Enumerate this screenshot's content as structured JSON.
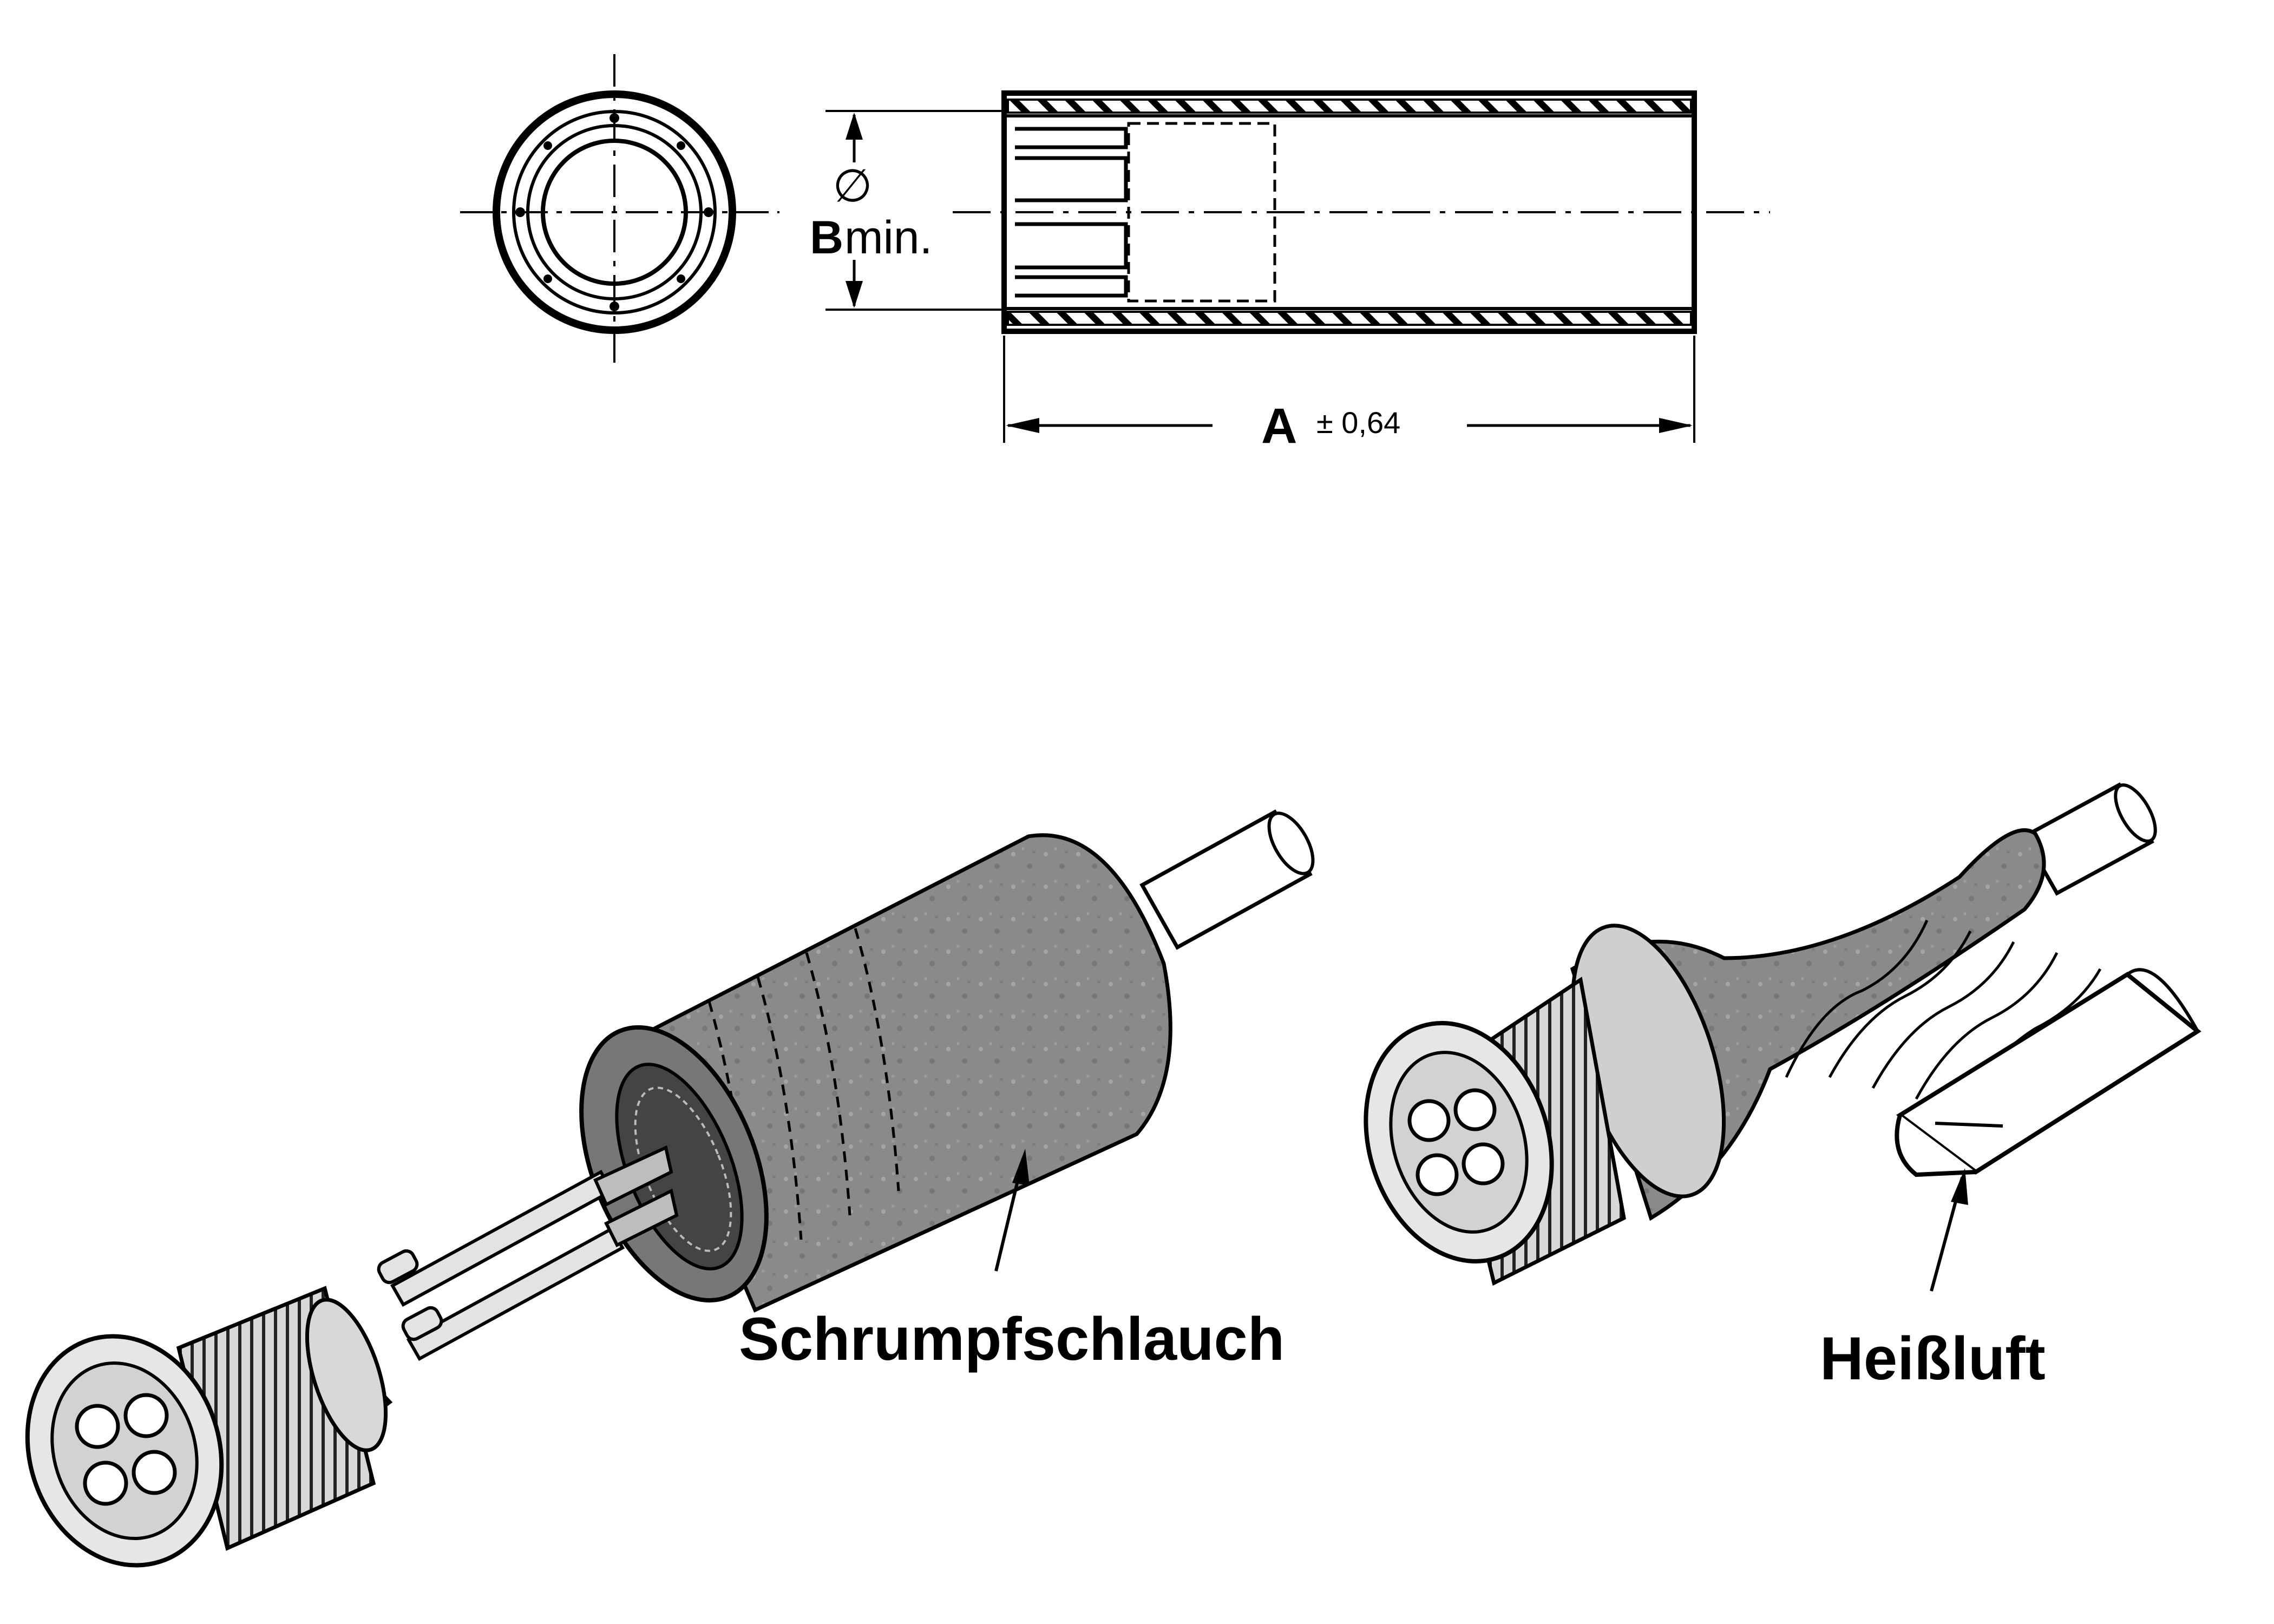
{
  "drawing": {
    "diameter_symbol": "∅",
    "dim_b_letter": "B",
    "dim_b_suffix": "min.",
    "dim_a_letter": "A",
    "dim_a_tolerance": "± 0,64"
  },
  "callouts": {
    "sleeve": "Schrumpfschlauch",
    "heat": "Heißluft"
  },
  "colors": {
    "ink": "#000000",
    "sleeve_fill": "#8e8e8e",
    "metal_fill": "#dcdcdc",
    "paper": "#ffffff"
  }
}
